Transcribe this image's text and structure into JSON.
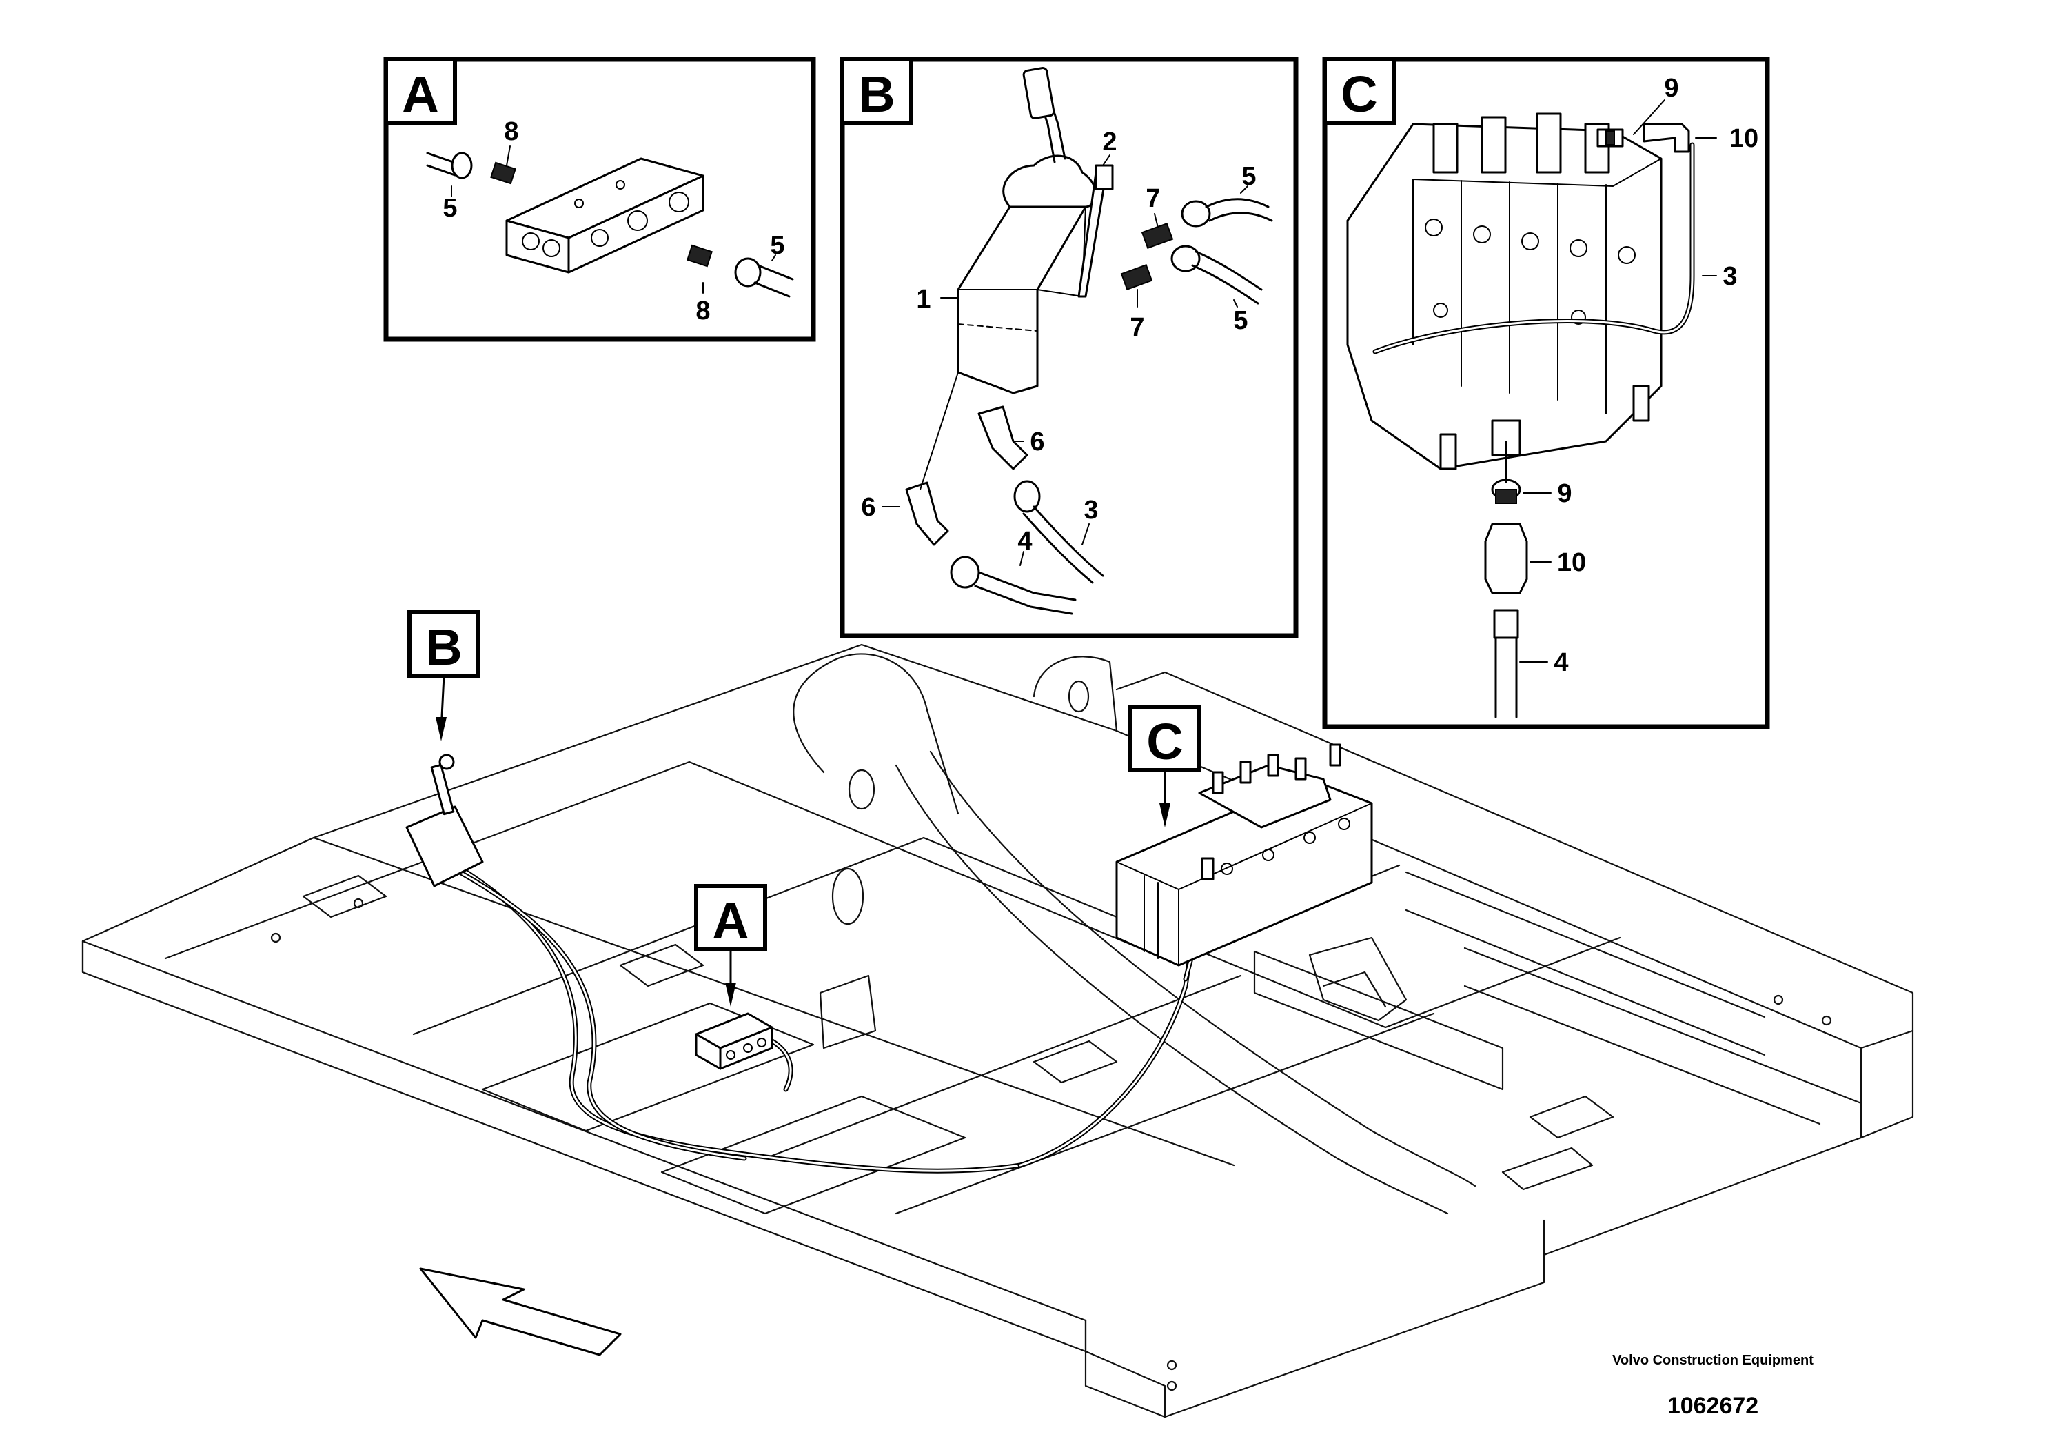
{
  "detail_panels": [
    {
      "tag": "A",
      "callouts": [
        "5",
        "8",
        "5",
        "8"
      ]
    },
    {
      "tag": "B",
      "callouts": [
        "2",
        "7",
        "5",
        "1",
        "7",
        "5",
        "6",
        "6",
        "3",
        "4"
      ]
    },
    {
      "tag": "C",
      "callouts": [
        "9",
        "10",
        "3",
        "9",
        "10",
        "4"
      ]
    }
  ],
  "location_tags": [
    "B",
    "C",
    "A"
  ],
  "footer": {
    "company": "Volvo Construction Equipment",
    "drawing_number": "1062672"
  }
}
